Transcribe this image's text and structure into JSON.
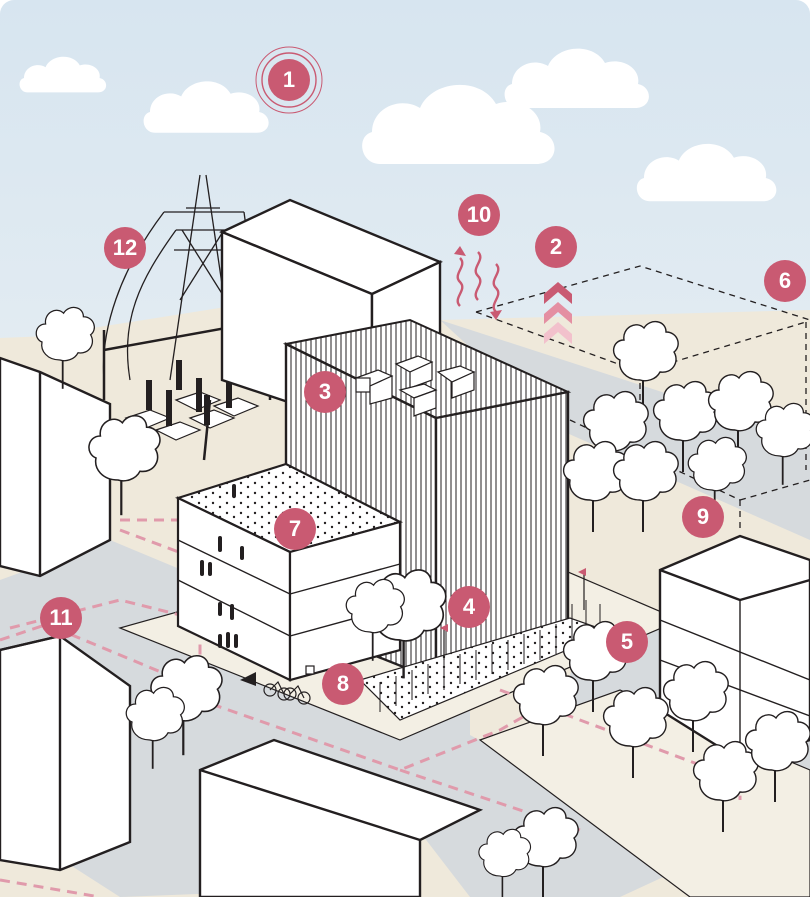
{
  "colors": {
    "accent": "#c95a72",
    "accent_light": "#e9a8b7",
    "sky_top": "#dbe7f1",
    "sky_bottom": "#f3f6f6",
    "ground": "#efe9db",
    "road": "#d7dbde",
    "building": "#ffffff",
    "line": "#231f20",
    "tree": "#ffffff"
  },
  "markers": [
    {
      "id": "1",
      "label": "1",
      "icon": "sun-ring"
    },
    {
      "id": "2",
      "label": "2",
      "icon": "up-chevrons"
    },
    {
      "id": "3",
      "label": "3"
    },
    {
      "id": "4",
      "label": "4"
    },
    {
      "id": "5",
      "label": "5"
    },
    {
      "id": "6",
      "label": "6"
    },
    {
      "id": "7",
      "label": "7"
    },
    {
      "id": "8",
      "label": "8"
    },
    {
      "id": "9",
      "label": "9"
    },
    {
      "id": "10",
      "label": "10",
      "icon": "heat-waves"
    },
    {
      "id": "11",
      "label": "11"
    },
    {
      "id": "12",
      "label": "12"
    }
  ],
  "icons": [
    "cloud-icon",
    "sun-ring-icon",
    "up-chevrons-icon",
    "heat-waves-icon",
    "power-pylon-icon",
    "tree-icon",
    "bicycle-icon",
    "person-icon",
    "flag-icon"
  ]
}
